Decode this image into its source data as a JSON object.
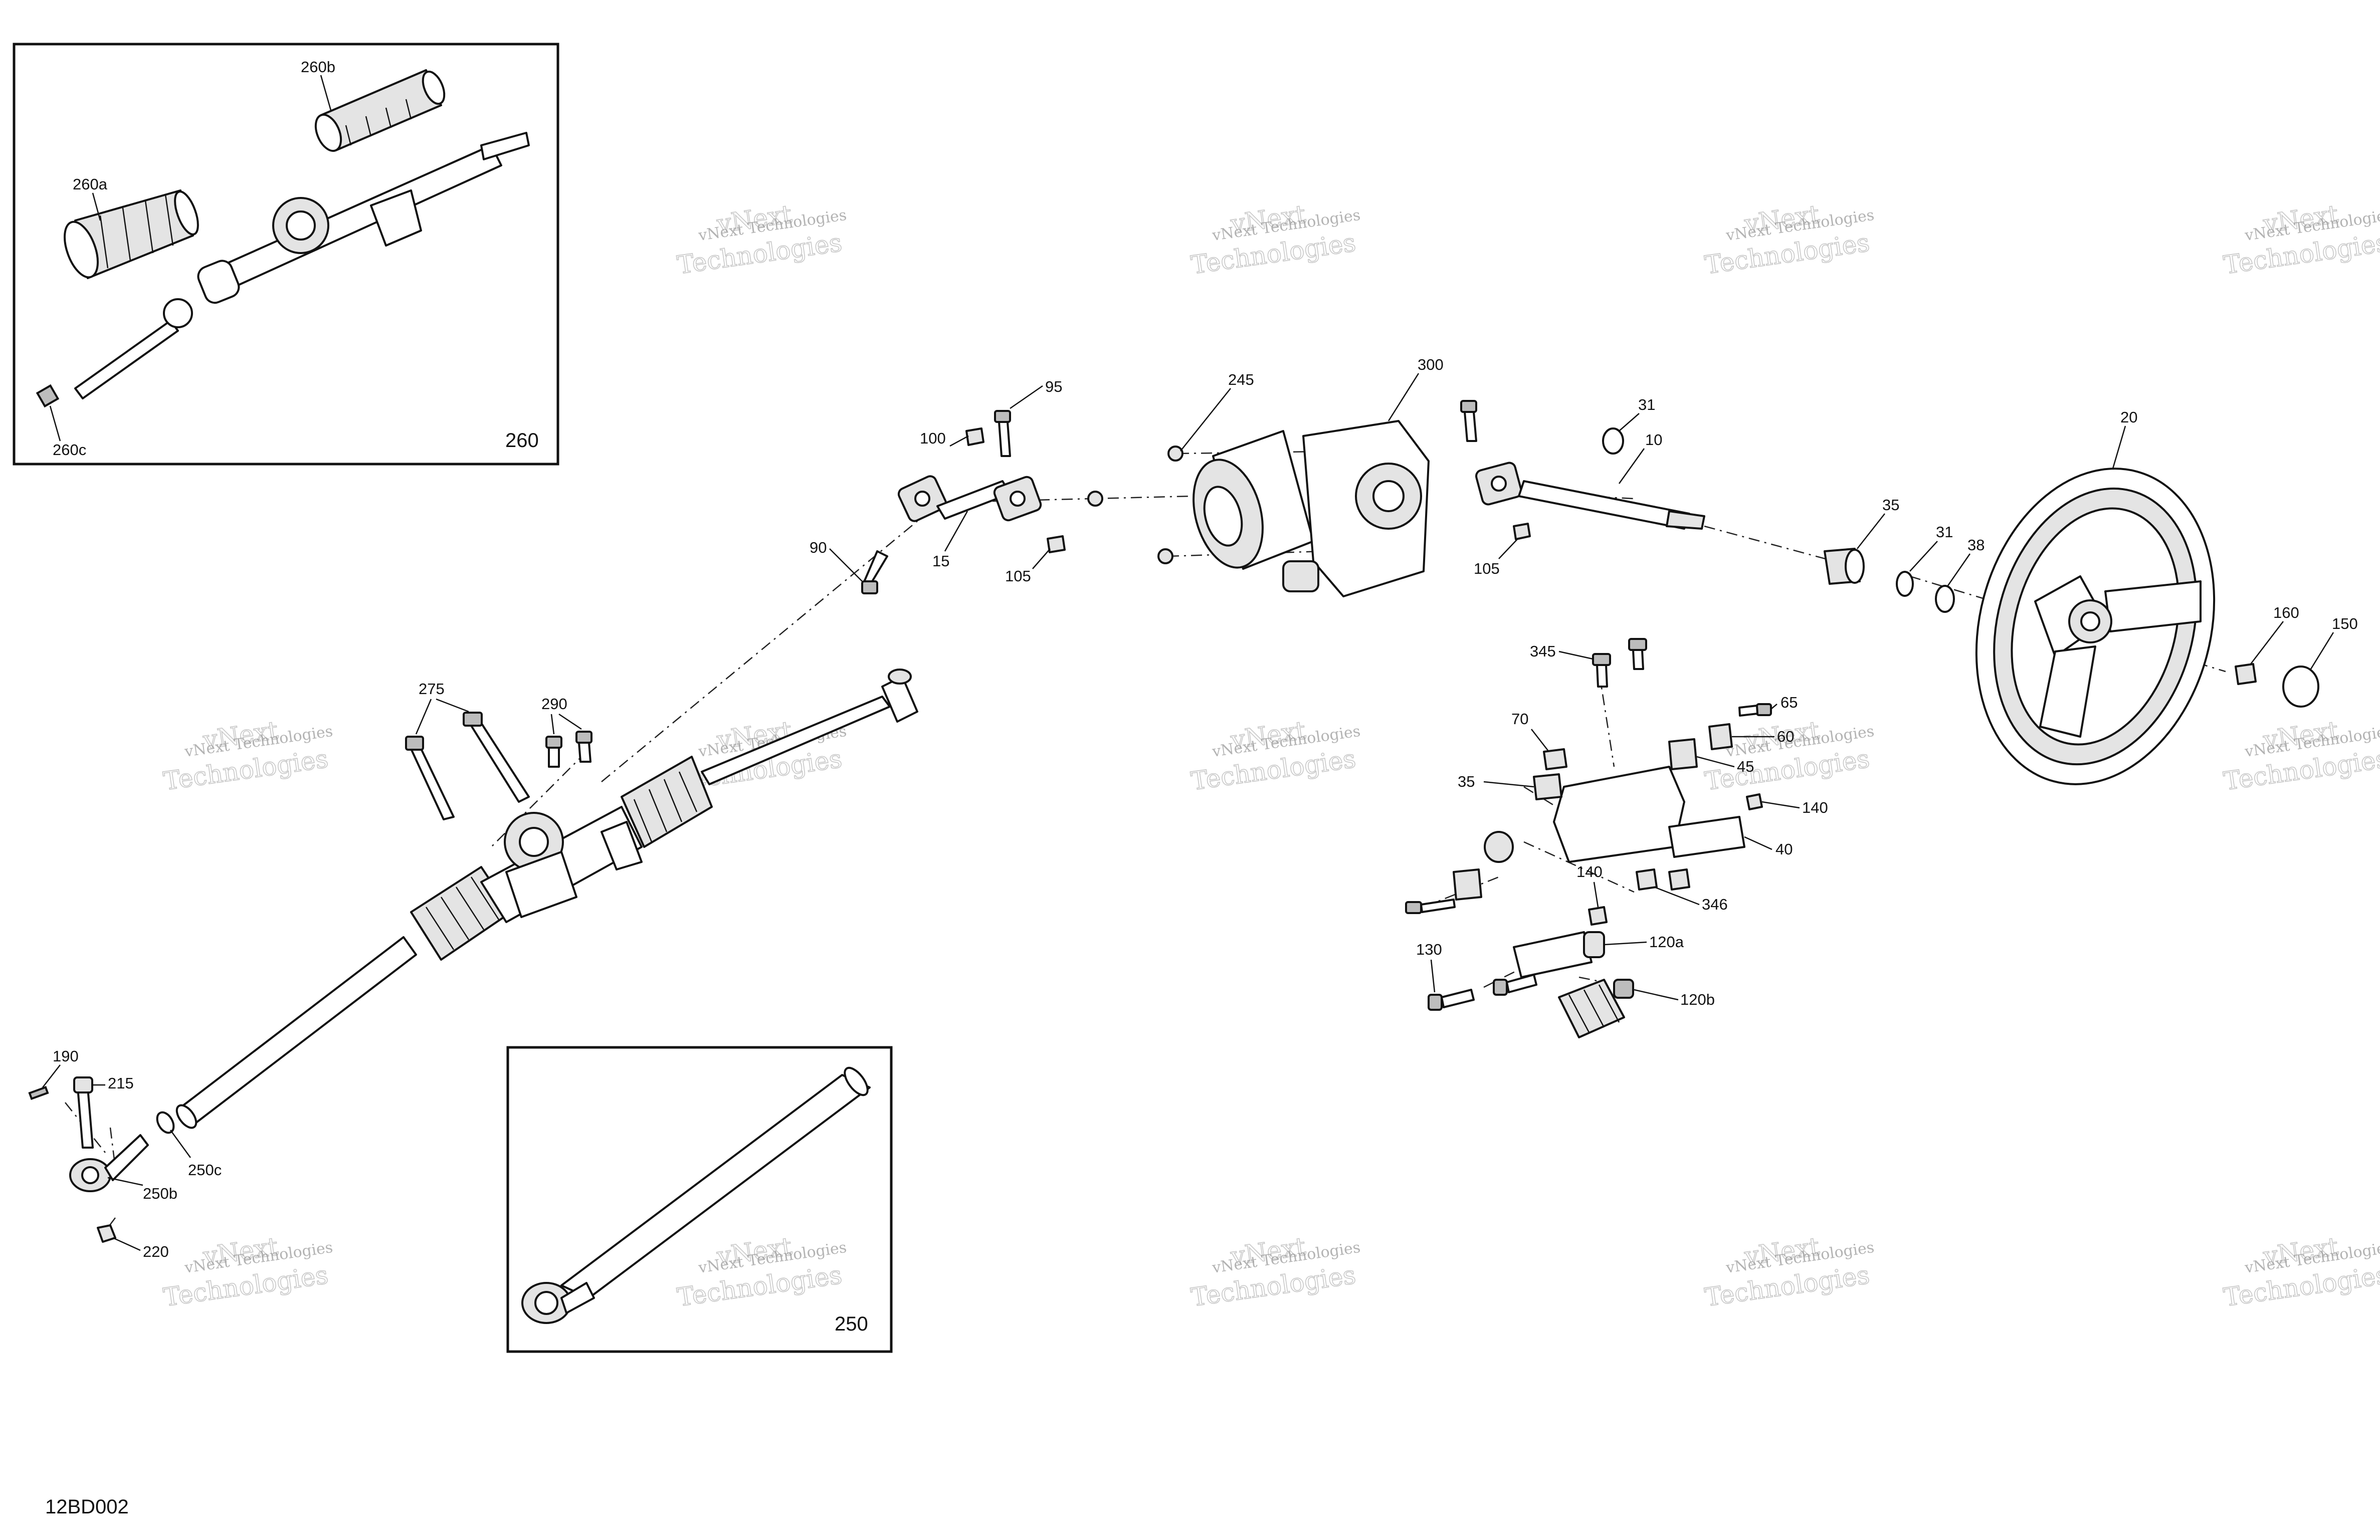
{
  "document_code": "12BD002",
  "watermark": {
    "line1": "vNext Technologies",
    "line2": "vNext",
    "line3": "Technologies"
  },
  "insets": [
    {
      "label": "260",
      "callouts": [
        "260a",
        "260b",
        "260c"
      ]
    },
    {
      "label": "250"
    }
  ],
  "callouts": {
    "c10": "10",
    "c15": "15",
    "c20": "20",
    "c31a": "31",
    "c31b": "31",
    "c35a": "35",
    "c35b": "35",
    "c38": "38",
    "c40": "40",
    "c45": "45",
    "c60": "60",
    "c65": "65",
    "c70": "70",
    "c90": "90",
    "c95": "95",
    "c100": "100",
    "c105a": "105",
    "c105b": "105",
    "c120a": "120a",
    "c120b": "120b",
    "c130": "130",
    "c140a": "140",
    "c140b": "140",
    "c150": "150",
    "c160": "160",
    "c190": "190",
    "c215": "215",
    "c220": "220",
    "c245": "245",
    "c250b": "250b",
    "c250c": "250c",
    "c260a": "260a",
    "c260b": "260b",
    "c260c": "260c",
    "c275": "275",
    "c290": "290",
    "c300": "300",
    "c345": "345",
    "c346": "346"
  }
}
